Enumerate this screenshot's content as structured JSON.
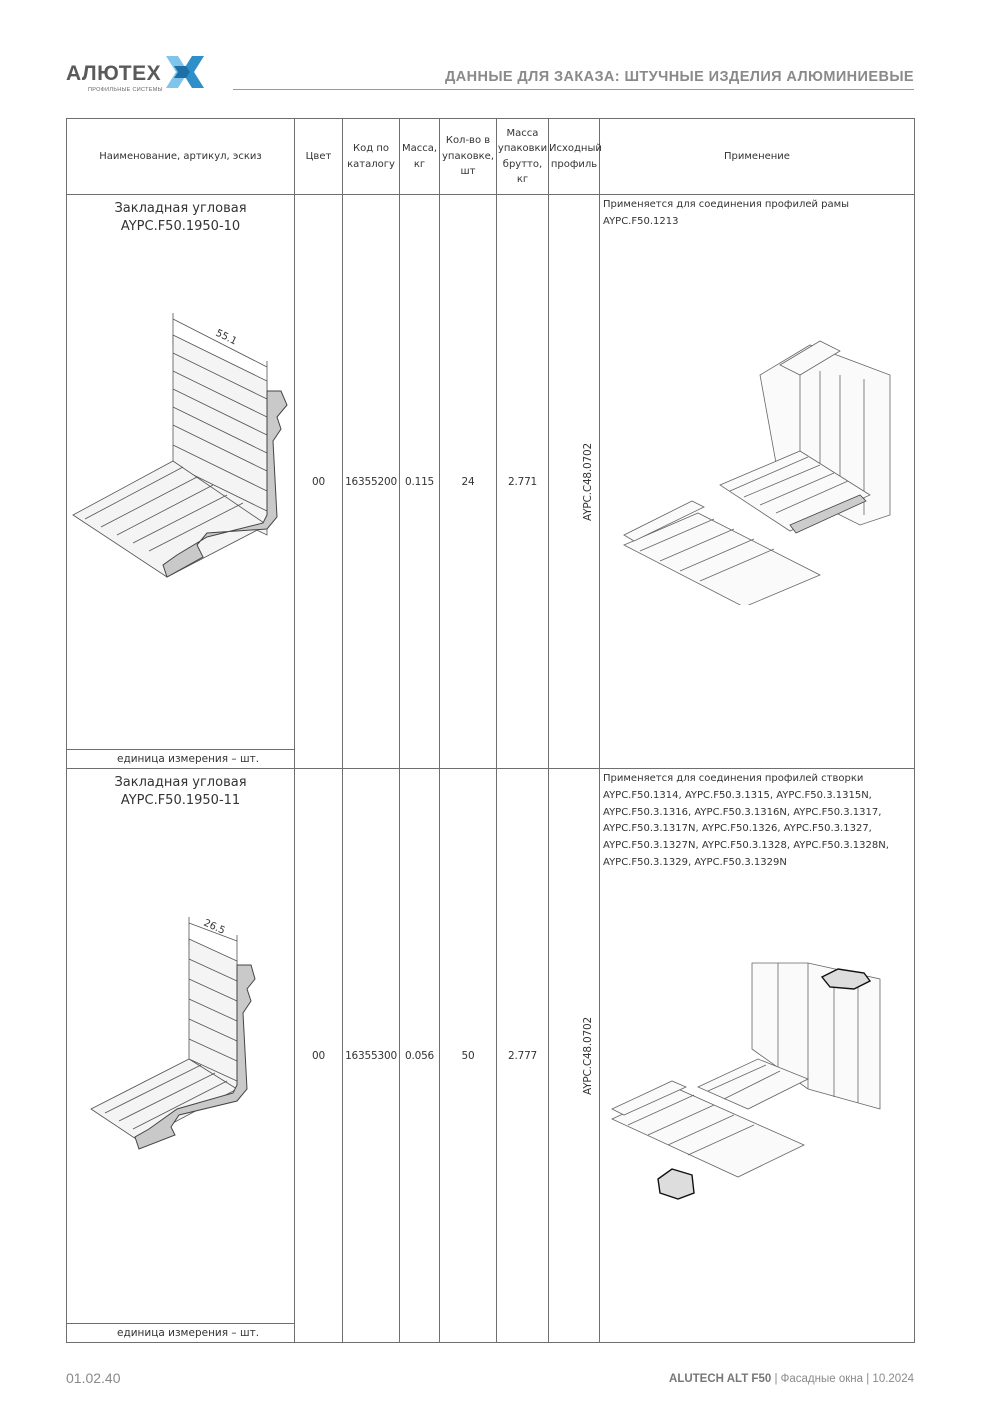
{
  "header": {
    "logo_text": "АЛЮТЕХ",
    "logo_sub": "ПРОФИЛЬНЫЕ СИСТЕМЫ",
    "title": "ДАННЫЕ ДЛЯ ЗАКАЗА: ШТУЧНЫЕ ИЗДЕЛИЯ АЛЮМИНИЕВЫЕ"
  },
  "table": {
    "columns": {
      "name": "Наименование, артикул, эскиз",
      "color": "Цвет",
      "code": "Код по каталогу",
      "mass": "Масса, кг",
      "qty": "Кол-во в упаковке, шт",
      "gross": "Масса упаковки брутто, кг",
      "profile": "Исходный профиль",
      "application": "Применение"
    },
    "rows": [
      {
        "name_line1": "Закладная угловая",
        "name_line2": "AYPC.F50.1950-10",
        "unit": "единица измерения – шт.",
        "dimension": "55.1",
        "color": "00",
        "code": "16355200",
        "mass": "0.115",
        "qty": "24",
        "gross": "2.771",
        "profile": "AYPC.C48.0702",
        "application": "Применяется для соединения профилей рамы AYPC.F50.1213"
      },
      {
        "name_line1": "Закладная угловая",
        "name_line2": "AYPC.F50.1950-11",
        "unit": "единица измерения – шт.",
        "dimension": "26.5",
        "color": "00",
        "code": "16355300",
        "mass": "0.056",
        "qty": "50",
        "gross": "2.777",
        "profile": "AYPC.C48.0702",
        "application": "Применяется для соединения профилей створки AYPC.F50.1314, AYPC.F50.3.1315, AYPC.F50.3.1315N, AYPC.F50.3.1316, AYPC.F50.3.1316N, AYPC.F50.3.1317, AYPC.F50.3.1317N, AYPC.F50.1326, AYPC.F50.3.1327, AYPC.F50.3.1327N, AYPC.F50.3.1328, AYPC.F50.3.1328N, AYPC.F50.3.1329, AYPC.F50.3.1329N"
      }
    ]
  },
  "footer": {
    "page": "01.02.40",
    "brand": "ALUTECH ALT F50",
    "section": "Фасадные окна",
    "date": "10.2024"
  },
  "colors": {
    "logo_blue": "#2f8fc8",
    "logo_light": "#7fc4ea",
    "text_gray": "#8a8a8a"
  }
}
